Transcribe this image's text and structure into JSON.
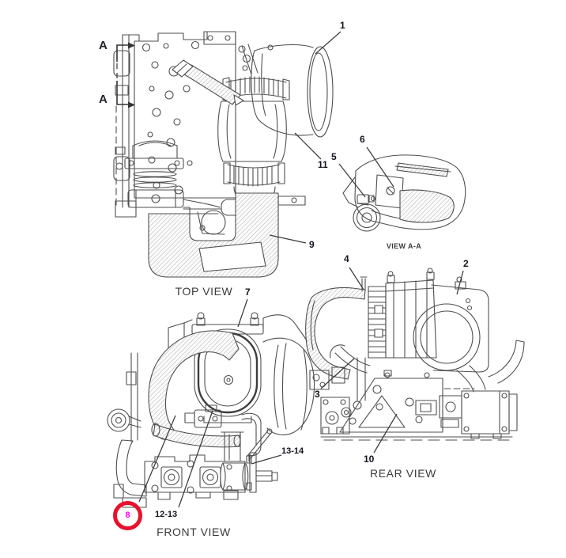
{
  "figure": {
    "type": "engine-parts-diagram",
    "section_label": "A",
    "views": {
      "top": {
        "title": "TOP VIEW",
        "callouts": [
          "1",
          "9",
          "11"
        ]
      },
      "aa": {
        "title": "VIEW A-A",
        "callouts": [
          "5",
          "6"
        ]
      },
      "rear": {
        "title": "REAR VIEW",
        "callouts": [
          "2",
          "3",
          "4",
          "10"
        ]
      },
      "front": {
        "title": "FRONT VIEW",
        "callouts": [
          "7",
          "8",
          "12-13",
          "13-14"
        ]
      }
    },
    "callouts": {
      "c1": "1",
      "c2": "2",
      "c3": "3",
      "c4": "4",
      "c5": "5",
      "c6": "6",
      "c7": "7",
      "c8": "8",
      "c9": "9",
      "c10": "10",
      "c11": "11",
      "c12_13": "12-13",
      "c13_14": "13-14"
    },
    "highlight": {
      "callout": "8",
      "ring_color": "#e8112d",
      "number_color": "#ff00ff"
    },
    "colors": {
      "background": "#ffffff",
      "line": "#4f4f4f",
      "callout_text": "#14141f",
      "title_text": "#3a3a3a"
    }
  }
}
